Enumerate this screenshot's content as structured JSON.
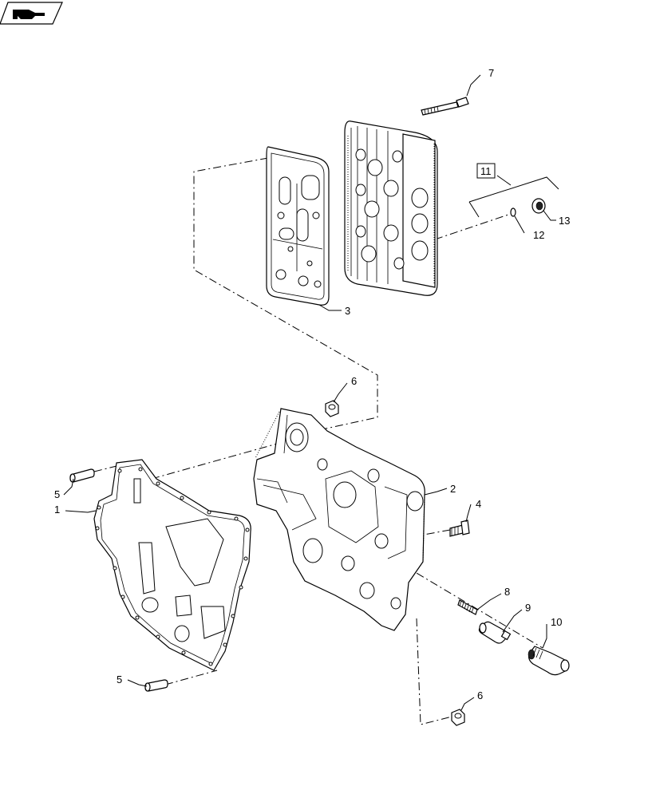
{
  "icons": {
    "nav": "pointing-hand-icon"
  },
  "labels": {
    "p1": "1",
    "p2": "2",
    "p3": "3",
    "p4": "4",
    "p5a": "5",
    "p5b": "5",
    "p6a": "6",
    "p6b": "6",
    "p7": "7",
    "p8": "8",
    "p9": "9",
    "p10": "10",
    "p11": "11",
    "p12": "12",
    "p13": "13"
  }
}
